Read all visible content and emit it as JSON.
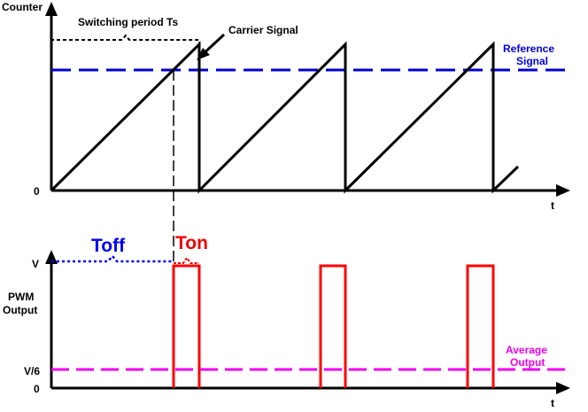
{
  "labels": {
    "counter": "Counter",
    "switching_period": "Switching period Ts",
    "carrier_signal": "Carrier Signal",
    "reference_line1": "Reference",
    "reference_line2": "Signal",
    "zero_top": "0",
    "t_top": "t",
    "toff": "Toff",
    "ton": "Ton",
    "v": "V",
    "pwm_line1": "PWM",
    "pwm_line2": "Output",
    "average_line1": "Average",
    "average_line2": "Output",
    "v6": "V/6",
    "zero_bottom": "0",
    "t_bottom": "t"
  },
  "colors": {
    "axis": "#000000",
    "carrier": "#000000",
    "reference": "#0000cc",
    "pwm": "#ff0000",
    "average": "#ee00ee",
    "toff": "#0000ee",
    "ton": "#ee0000"
  }
}
